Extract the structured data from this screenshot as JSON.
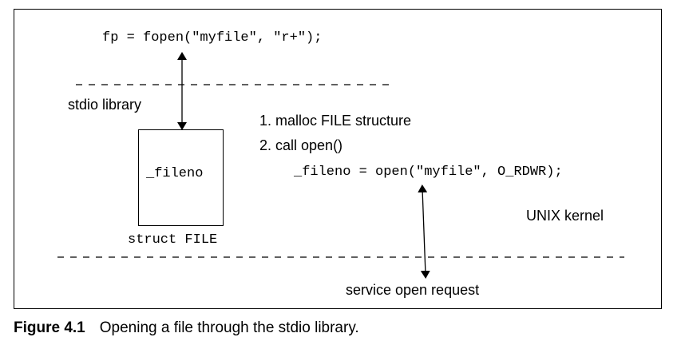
{
  "diagram": {
    "code_fopen": "fp = fopen(\"myfile\", \"r+\");",
    "stdio_library_label": "stdio library",
    "step_1": "1. malloc FILE structure",
    "step_2": "2. call open()",
    "code_open": "_fileno = open(\"myfile\", O_RDWR);",
    "fileno_field": "_fileno",
    "struct_label": "struct FILE",
    "kernel_label": "UNIX kernel",
    "service_label": "service open request"
  },
  "caption": {
    "number": "Figure 4.1",
    "text": "Opening a file through the stdio library."
  }
}
